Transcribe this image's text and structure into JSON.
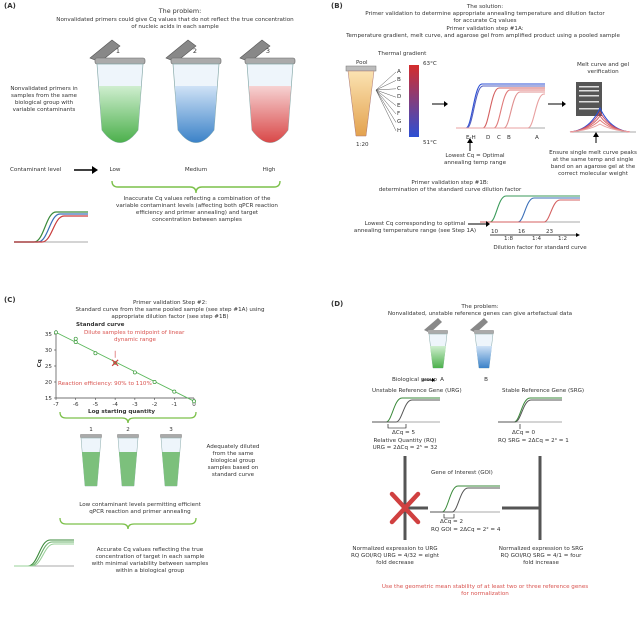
{
  "panelA": {
    "label": "(A)",
    "title": "The problem:",
    "subtitle": [
      "Nonvalidated primers could give Cq values that do not reflect the true concentration",
      "of nucleic acids in each sample"
    ],
    "tube_numbers": [
      "1",
      "2",
      "3"
    ],
    "left_note": [
      "Nonvalidated primers in",
      "samples from the same",
      "biological group with",
      "variable contaminants"
    ],
    "contaminant_label": "Contaminant level",
    "levels": [
      "Low",
      "Medium",
      "High"
    ],
    "bottom_note": [
      "Inaccurate Cq values reflecting a combination of the",
      "variable contaminant levels (affecting both qPCR reaction",
      "efficiency and primer annealing) and target",
      "concentration between samples"
    ]
  },
  "panelB": {
    "label": "(B)",
    "header": [
      "The solution:",
      "Primer validation to determine appropriate annealing temperature and dilution factor",
      "for accurate Cq values",
      "Primer validation step #1A:",
      "Temperature gradient, melt curve, and agarose gel from amplified product using a pooled sample"
    ],
    "pool": "Pool",
    "thermal_gradient": "Thermal gradient",
    "temp_high": "63°C",
    "temp_low": "51°C",
    "gradient_letters": [
      "A",
      "B",
      "C",
      "D",
      "E",
      "F",
      "G",
      "H"
    ],
    "dilution": "1:20",
    "curve_letters": [
      "E-H",
      "D",
      "C",
      "B",
      "A"
    ],
    "lowest_cq": [
      "Lowest Cq = Optimal",
      "annealing temp range"
    ],
    "melt_title": [
      "Melt curve and gel",
      "verification"
    ],
    "melt_note": [
      "Ensure single melt curve peaks",
      "at the same temp and single",
      "band on an agarose gel at the",
      "correct molecular weight"
    ],
    "step1b": [
      "Primer validation step #1B:",
      "determination of the standard curve dilution factor"
    ],
    "lowest_cq2": [
      "Lowest Cq corresponding to optimal",
      "annealing temperature range (see Step 1A)"
    ],
    "dilution_nums": [
      "10",
      "16",
      "23"
    ],
    "dilution_ratios": [
      "1:8",
      "1:4",
      "1:2"
    ],
    "dilution_caption": "Dilution factor for standard curve"
  },
  "panelC": {
    "label": "(C)",
    "header": [
      "Primer validation Step #2:",
      "Standard curve from the same pooled sample (see step #1A) using",
      "appropriate dilution factor (see step #1B)"
    ],
    "chart_title": "Standard curve",
    "dilute_note": [
      "Dilute samples to midpoint of linear",
      "dynamic range"
    ],
    "efficiency": "Reaction efficiency: 90% to 110%",
    "ylabel": "Cq",
    "xlabel": "Log starting quantity",
    "tube_numbers": [
      "1",
      "2",
      "3"
    ],
    "right_note": [
      "Adequately diluted",
      "from the same",
      "biological group",
      "samples based on",
      "standard curve"
    ],
    "mid_note": [
      "Low contaminant levels permitting efficient",
      "qPCR reaction and primer annealing"
    ],
    "bottom_note": [
      "Accurate Cq values reflecting the true",
      "concentration of target in each sample",
      "with minimal variability between samples",
      "within a biological group"
    ]
  },
  "panelD": {
    "label": "(D)",
    "header": [
      "The problem:",
      "Nonvalidated, unstable reference genes can give artefactual data"
    ],
    "tube_letters": [
      "A",
      "B"
    ],
    "bio_group": "Biological group",
    "urg_title": "Unstable Reference Gene (URG)",
    "srg_title": "Stable Reference Gene (SRG)",
    "urg_dcq": "ΔCq = 5",
    "srg_dcq": "ΔCq = 0",
    "urg_rq": [
      "Relative Quantity (RQ)",
      "URG = 2ΔCq = 2⁵ = 32"
    ],
    "srg_rq": "RQ SRG = 2ΔCq = 2⁰ = 1",
    "goi_title": "Gene of Interest (GOI)",
    "goi_dcq": "ΔCq = 2",
    "goi_rq": "RQ GOI = 2ΔCq = 2² = 4",
    "norm_urg": [
      "Normalized expression to URG",
      "RQ GOI/RQ URG = 4/32 = eight",
      "fold decrease"
    ],
    "norm_srg": [
      "Normalized expression  to SRG",
      "RQ GOI/RQ SRG = 4/1 = four",
      "fold increase"
    ],
    "footer": [
      "Use the geometric mean stability of at least two or three reference genes",
      "for normalization"
    ]
  },
  "chart_data": {
    "type": "scatter",
    "title": "Standard curve",
    "xlabel": "Log starting quantity",
    "ylabel": "Cq",
    "xlim": [
      -7,
      0
    ],
    "ylim": [
      15,
      35
    ],
    "x_ticks": [
      "-7",
      "-6",
      "-5",
      "-4",
      "-3",
      "-2",
      "-1",
      "0"
    ],
    "y_ticks": [
      "35",
      "30",
      "25",
      "20",
      "15"
    ],
    "points": [
      {
        "x": -7,
        "y": 35.5
      },
      {
        "x": -6,
        "y": 33.5
      },
      {
        "x": -6,
        "y": 32.5
      },
      {
        "x": -5,
        "y": 29
      },
      {
        "x": -4,
        "y": 26
      },
      {
        "x": -3,
        "y": 23
      },
      {
        "x": -2,
        "y": 20
      },
      {
        "x": -1,
        "y": 17
      },
      {
        "x": 0,
        "y": 14
      }
    ],
    "marker": {
      "x": -4,
      "y": 26
    }
  }
}
